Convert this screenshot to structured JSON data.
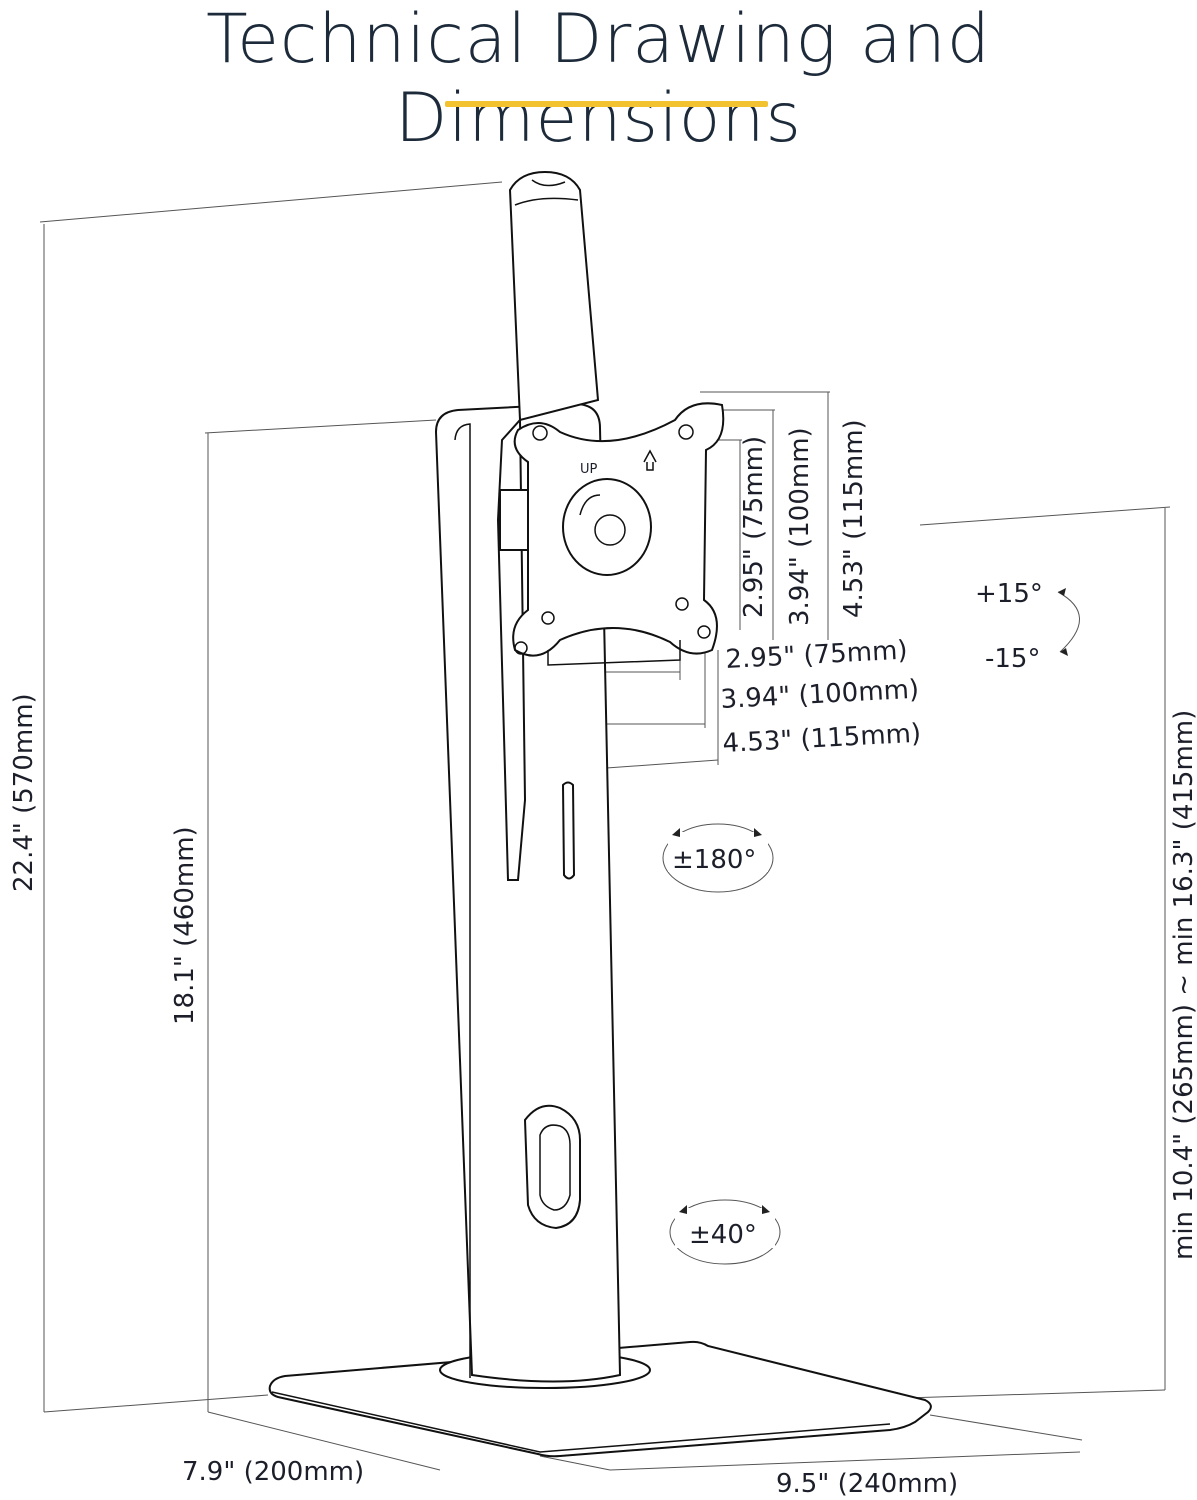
{
  "title": "Technical Drawing and Dimensions",
  "colors": {
    "accent": "#f2c230",
    "text": "#1c2a3a",
    "line": "#111111"
  },
  "plate": {
    "up_label": "UP",
    "arrow_icon": "up-arrow-icon"
  },
  "vesa_vertical": {
    "v75": "2.95\" (75mm)",
    "v100": "3.94\" (100mm)",
    "v115": "4.53\" (115mm)"
  },
  "vesa_horizontal": {
    "h75": "2.95\" (75mm)",
    "h100": "3.94\" (100mm)",
    "h115": "4.53\" (115mm)"
  },
  "tilt": {
    "up": "+15°",
    "down": "-15°"
  },
  "rotation": "±180°",
  "swivel": "±40°",
  "dimensions": {
    "total_height": "22.4\" (570mm)",
    "column_height": "18.1\" (460mm)",
    "height_range": "min 10.4\" (265mm) ~ min 16.3\" (415mm)",
    "base_depth": "7.9\" (200mm)",
    "base_width": "9.5\" (240mm)"
  }
}
